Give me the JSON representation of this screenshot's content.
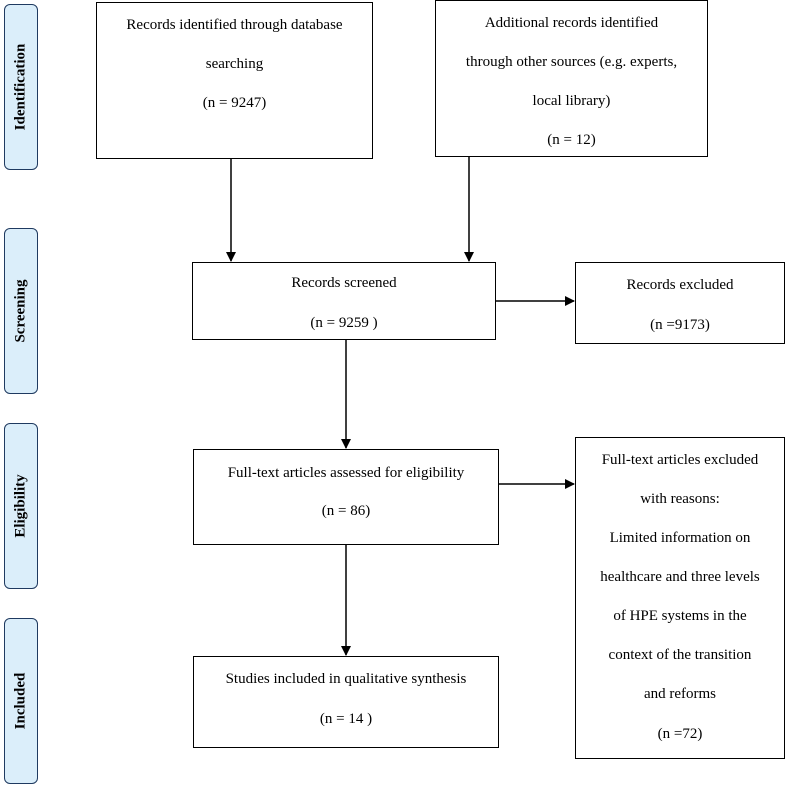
{
  "stages": {
    "identification": "Identification",
    "screening": "Screening",
    "eligibility": "Eligibility",
    "included": "Included"
  },
  "boxes": {
    "database": {
      "lines": [
        "Records identified through database",
        "searching",
        "(n =  9247)"
      ]
    },
    "additional": {
      "lines": [
        "Additional records identified",
        "through other sources (e.g. experts,",
        "local library)",
        "(n =   12)"
      ]
    },
    "screened": {
      "lines": [
        "Records screened",
        "(n =  9259 )"
      ]
    },
    "excluded": {
      "lines": [
        "Records excluded",
        "(n =9173)"
      ]
    },
    "fulltext": {
      "lines": [
        "Full-text articles assessed for eligibility",
        "(n =  86)"
      ]
    },
    "fulltext_excluded": {
      "lines": [
        "Full-text articles excluded",
        "with reasons:",
        "Limited information on",
        "healthcare and three levels",
        "of HPE systems in the",
        "context of the transition",
        "and reforms",
        "(n =72)"
      ]
    },
    "included": {
      "lines": [
        "Studies included in qualitative synthesis",
        "(n =  14 )"
      ]
    }
  },
  "colors": {
    "stage_fill": "#dbeefa",
    "stage_border": "#1f3a60",
    "line": "#000000"
  }
}
